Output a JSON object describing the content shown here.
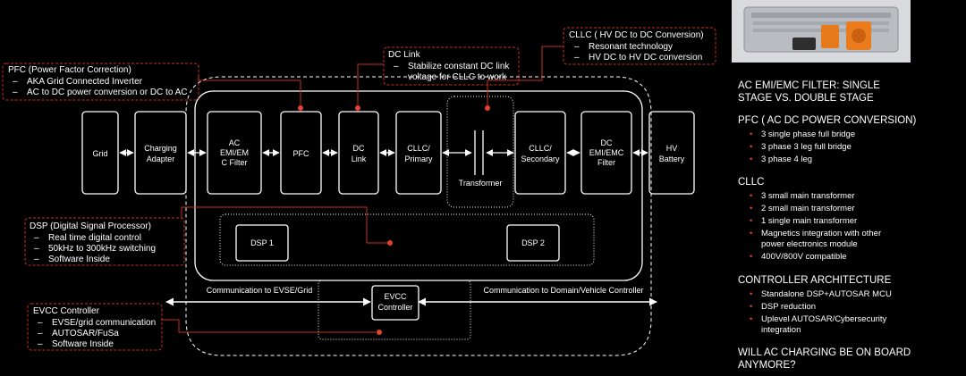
{
  "colors": {
    "accent": "#e8412b",
    "annotation_border": "#c8321f",
    "line": "#ffffff",
    "background": "#000000"
  },
  "blocks": {
    "grid": "Grid",
    "charging_adapter": [
      "Charging",
      "Adapter"
    ],
    "ac_emi": [
      "AC",
      "EMI/EM",
      "C Filter"
    ],
    "pfc": "PFC",
    "dc_link": [
      "DC",
      "Link"
    ],
    "cllc_primary": [
      "CLLC/",
      "Primary"
    ],
    "transformer": "Transformer",
    "cllc_secondary": [
      "CLLC/",
      "Secondary"
    ],
    "dc_emi": [
      "DC",
      "EMI/EMC",
      "Filter"
    ],
    "hv_battery": [
      "HV",
      "Battery"
    ],
    "dsp1": "DSP 1",
    "dsp2": "DSP 2",
    "evcc": [
      "EVCC",
      "Controller"
    ]
  },
  "comm": {
    "left": "Communication to EVSE/Grid",
    "right": "Communication to Domain/Vehicle Controller"
  },
  "annotations": {
    "pfc": {
      "title": "PFC (Power Factor Correction)",
      "items": [
        "AKA Grid Connected Inverter",
        "AC to DC power conversion or DC to AC"
      ]
    },
    "dc_link": {
      "title": "DC Link",
      "items": [
        "Stabilize constant DC link",
        "voltage for CLLC to work"
      ]
    },
    "cllc": {
      "title": "CLLC ( HV DC to DC Conversion)",
      "items": [
        "Resonant technology",
        "HV DC to HV DC conversion"
      ]
    },
    "dsp": {
      "title": "DSP (Digital Signal Processor)",
      "items": [
        "Real time digital control",
        "50kHz to 300kHz switching",
        "Software Inside"
      ]
    },
    "evcc": {
      "title": "EVCC Controller",
      "items": [
        "EVSE/grid communication",
        "AUTOSAR/FuSa",
        "Software Inside"
      ]
    },
    "dash": "–"
  },
  "side": {
    "headline1": [
      "AC EMI/EMC FILTER: SINGLE",
      "STAGE VS. DOUBLE STAGE"
    ],
    "pfc_heading": "PFC ( AC DC POWER CONVERSION)",
    "pfc_items": [
      "3 single phase full bridge",
      "3 phase 3 leg full bridge",
      "3 phase 4 leg"
    ],
    "cllc_heading": "CLLC",
    "cllc_items": [
      "3 small main transformer",
      "2 small main transformer",
      "1 single main transformer",
      "Magnetics integration with other",
      "power electronics module",
      "400V/800V compatible"
    ],
    "ctrl_heading": "CONTROLLER ARCHITECTURE",
    "ctrl_items": [
      "Standalone DSP+AUTOSAR MCU",
      "DSP reduction",
      "Uplevel AUTOSAR/Cybersecurity",
      "integration"
    ],
    "question": [
      "WILL AC CHARGING BE ON BOARD",
      "ANYMORE?"
    ],
    "bullet": "•"
  }
}
